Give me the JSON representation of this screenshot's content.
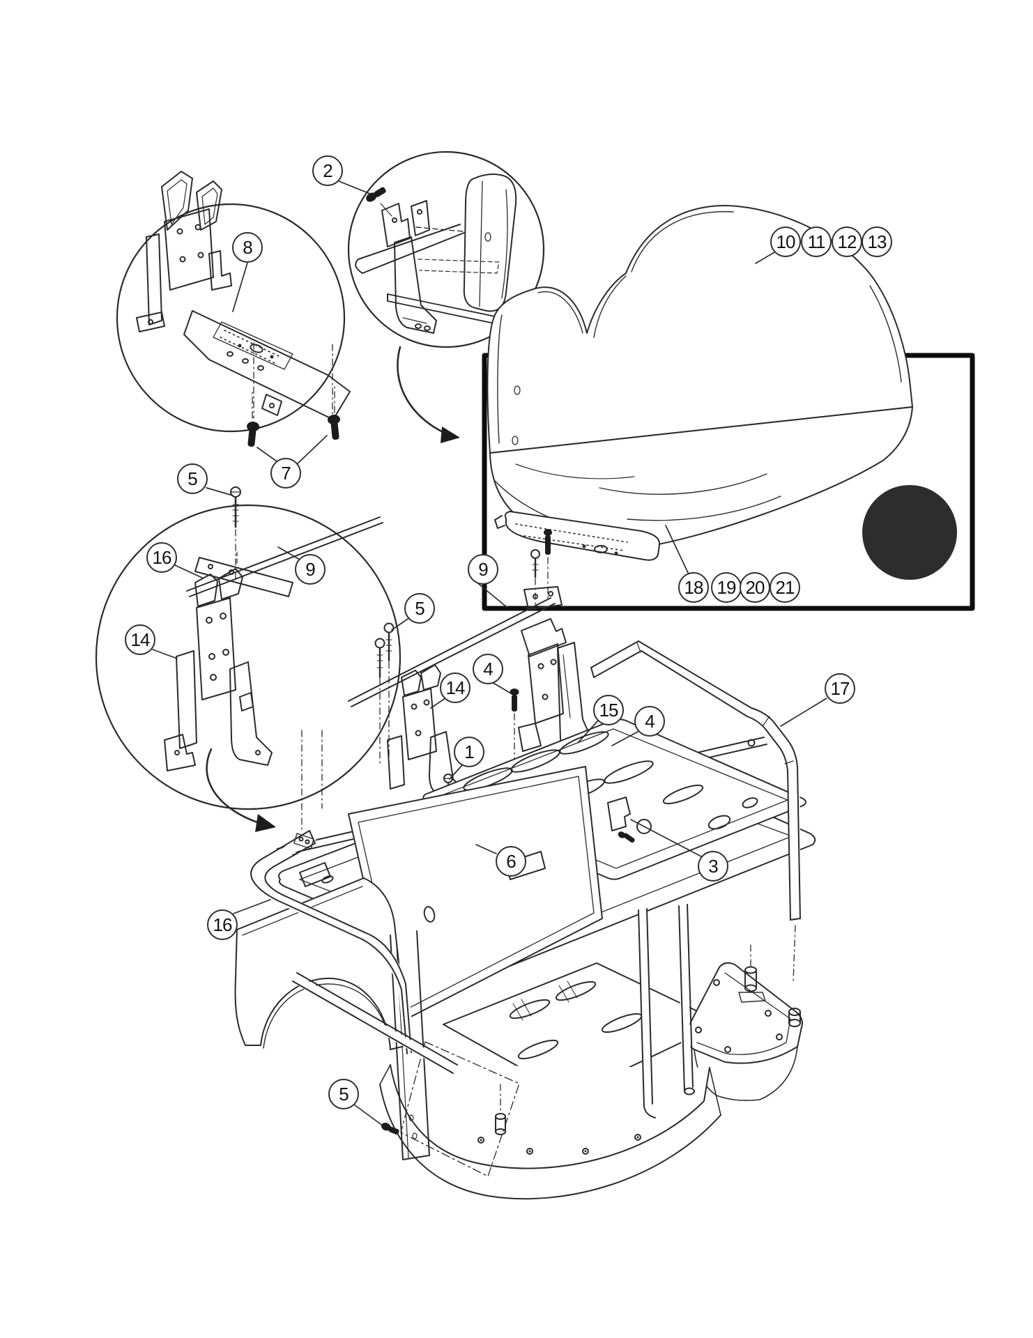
{
  "diagram": {
    "kind": "exploded-parts-line-drawing",
    "background": "#ffffff",
    "line_color": "#2a2a2a",
    "inset_border_color": "#0d0d0d",
    "filled_circle_color": "#2d2d2d",
    "callout_count": 27
  },
  "callouts": [
    {
      "label": "2"
    },
    {
      "label": "8"
    },
    {
      "label": "10"
    },
    {
      "label": "11"
    },
    {
      "label": "12"
    },
    {
      "label": "13"
    },
    {
      "label": "7"
    },
    {
      "label": "5"
    },
    {
      "label": "16"
    },
    {
      "label": "9"
    },
    {
      "label": "9"
    },
    {
      "label": "5"
    },
    {
      "label": "14"
    },
    {
      "label": "4"
    },
    {
      "label": "14"
    },
    {
      "label": "15"
    },
    {
      "label": "17"
    },
    {
      "label": "4"
    },
    {
      "label": "1"
    },
    {
      "label": "6"
    },
    {
      "label": "3"
    },
    {
      "label": "16"
    },
    {
      "label": "5"
    },
    {
      "label": "18"
    },
    {
      "label": "19"
    },
    {
      "label": "20"
    },
    {
      "label": "21"
    }
  ]
}
